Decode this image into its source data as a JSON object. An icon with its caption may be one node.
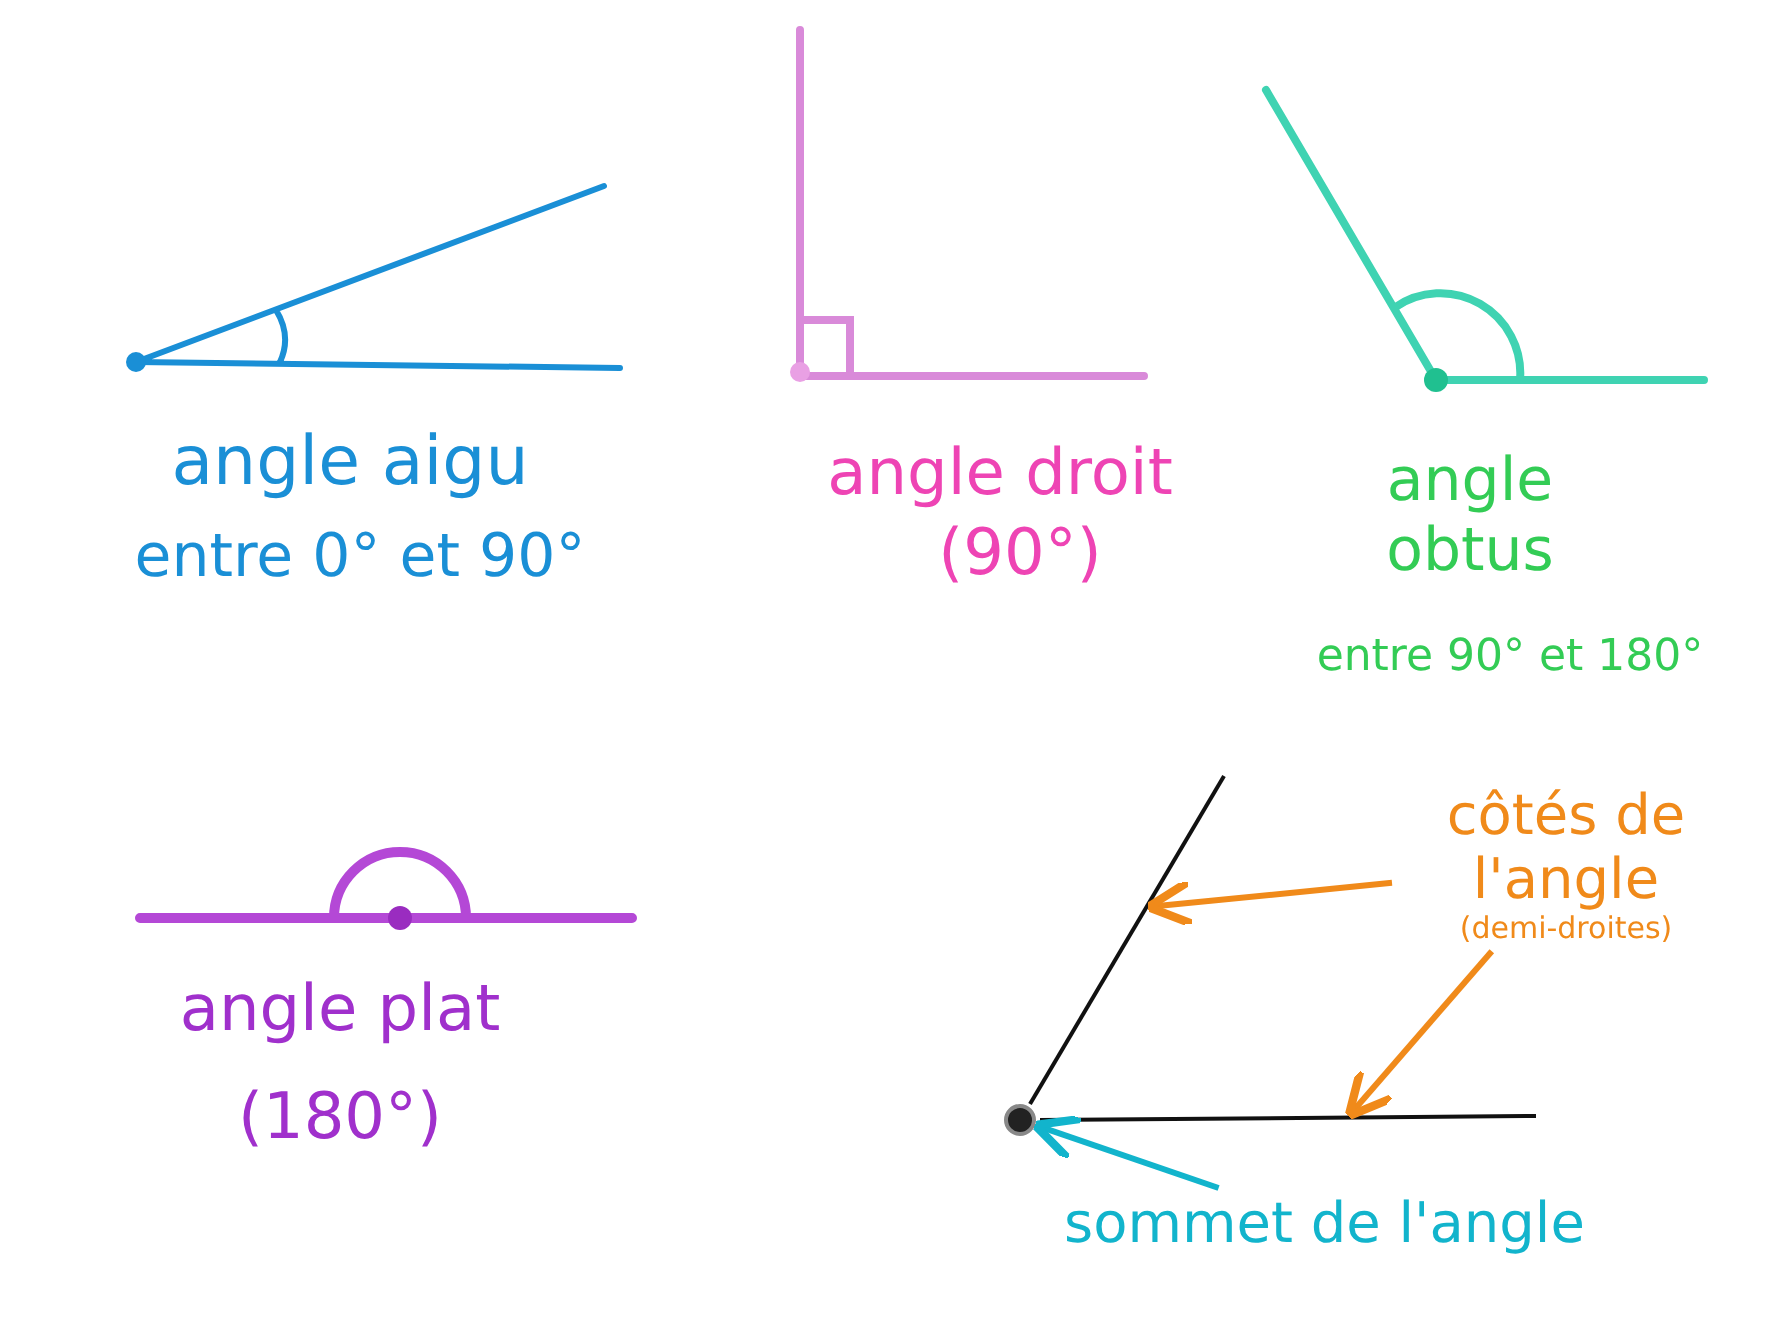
{
  "diagram": {
    "nodes": [
      {
        "text": [
          "côtés de l'angle",
          "(demi-droites)"
        ]
      },
      {
        "text": [],
        "shape": "line"
      },
      {
        "text": [],
        "shape": "line"
      },
      {
        "text": [],
        "shape": "circle"
      },
      {
        "text": [
          "sommet de l'angle"
        ]
      }
    ],
    "edges": [
      {
        "from": 0,
        "to": 1,
        "arrow": "to"
      },
      {
        "from": 0,
        "to": 2,
        "arrow": "to"
      },
      {
        "from": 4,
        "to": 3,
        "arrow": "to",
        "color": "#12b4cc"
      }
    ],
    "labels": [
      "angle aigu",
      "entre 0° et 90°",
      "angle droit",
      "(90°)",
      "angle obtus",
      "entre 90° et 180°",
      "angle plat",
      "(180°)"
    ]
  }
}
